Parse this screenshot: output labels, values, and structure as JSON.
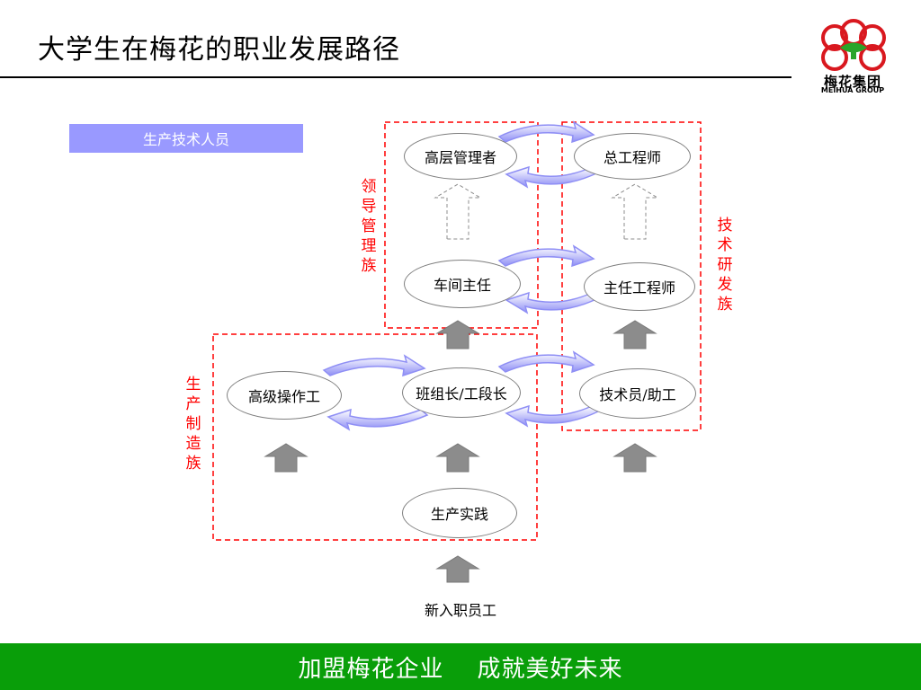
{
  "title": "大学生在梅花的职业发展路径",
  "logo": {
    "name": "梅花集团",
    "sub": "MEIHUA GROUP",
    "icon": "meihua-logo-icon",
    "color": "#d9181f"
  },
  "category_label": "生产技术人员",
  "families": {
    "leadership": "领导管理族",
    "technical": "技术研发族",
    "production": "生产制造族"
  },
  "nodes": {
    "senior_manager": "高层管理者",
    "chief_engineer": "总工程师",
    "workshop_director": "车间主任",
    "principal_engineer": "主任工程师",
    "senior_operator": "高级操作工",
    "team_leader": "班组长/工段长",
    "technician": "技术员/助工",
    "production_practice": "生产实践"
  },
  "entry_label": "新入职员工",
  "footer": {
    "left": "加盟梅花企业",
    "right": "成就美好未来"
  },
  "colors": {
    "footer_bg": "#099e09",
    "category_bg": "#9999ff",
    "dashed_border": "#ff0000",
    "family_text": "#ff0000",
    "cycle_arrow": "#8f8ff5",
    "up_arrow": "#8c8c8c"
  }
}
